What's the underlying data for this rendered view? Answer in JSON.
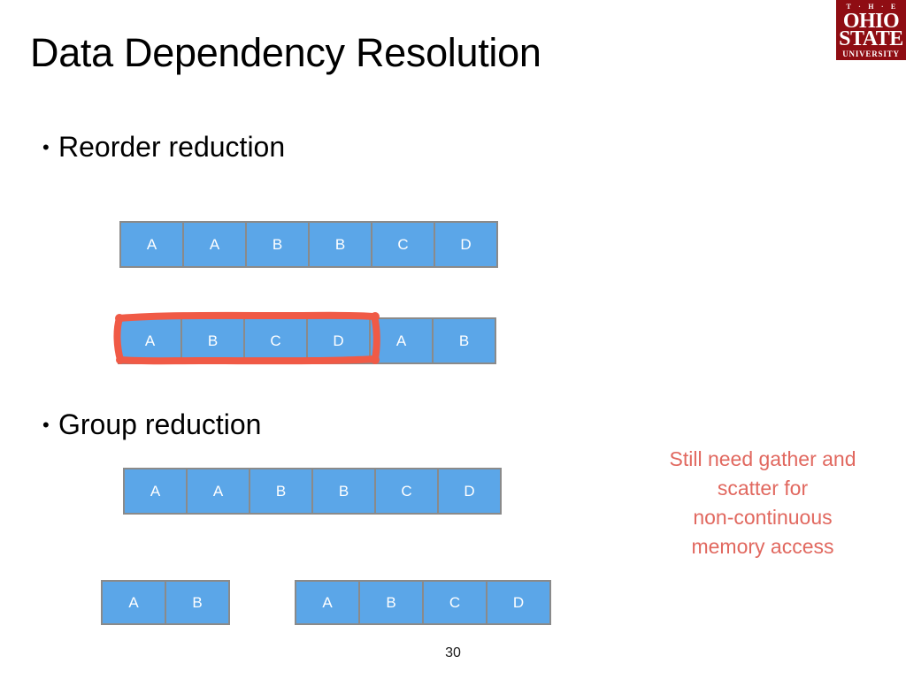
{
  "slide": {
    "title": "Data Dependency Resolution",
    "page_number": "30",
    "background_color": "#ffffff"
  },
  "logo": {
    "name": "ohio-state-university-logo",
    "line1": "T · H · E",
    "line2": "OHIO",
    "line3": "STATE",
    "line4": "UNIVERSITY",
    "background_color": "#8f0d13",
    "text_color": "#ffffff"
  },
  "bullets": [
    {
      "marker": "•",
      "text": "Reorder reduction"
    },
    {
      "marker": "•",
      "text": "Group reduction"
    }
  ],
  "diagram": {
    "cell_fill_color": "#5ba6e8",
    "cell_border_color": "#8a8a8a",
    "cell_text_color": "#ffffff",
    "highlight_color": "#f05a46",
    "reorder": {
      "before": {
        "label": "reorder-before-strip",
        "cells": [
          "A",
          "A",
          "B",
          "B",
          "C",
          "D"
        ]
      },
      "after": {
        "label": "reorder-after-strip",
        "cells": [
          "A",
          "B",
          "C",
          "D",
          "A",
          "B"
        ],
        "highlighted_cell_count": 4
      }
    },
    "group": {
      "before": {
        "label": "group-before-strip",
        "cells": [
          "A",
          "A",
          "B",
          "B",
          "C",
          "D"
        ]
      },
      "after_group_1": {
        "label": "group-after-strip-1",
        "cells": [
          "A",
          "B"
        ]
      },
      "after_group_2": {
        "label": "group-after-strip-2",
        "cells": [
          "A",
          "B",
          "C",
          "D"
        ]
      }
    }
  },
  "note": {
    "color": "#e1685f",
    "lines": [
      "Still need gather and",
      "scatter for",
      "non-continuous",
      "memory access"
    ]
  }
}
